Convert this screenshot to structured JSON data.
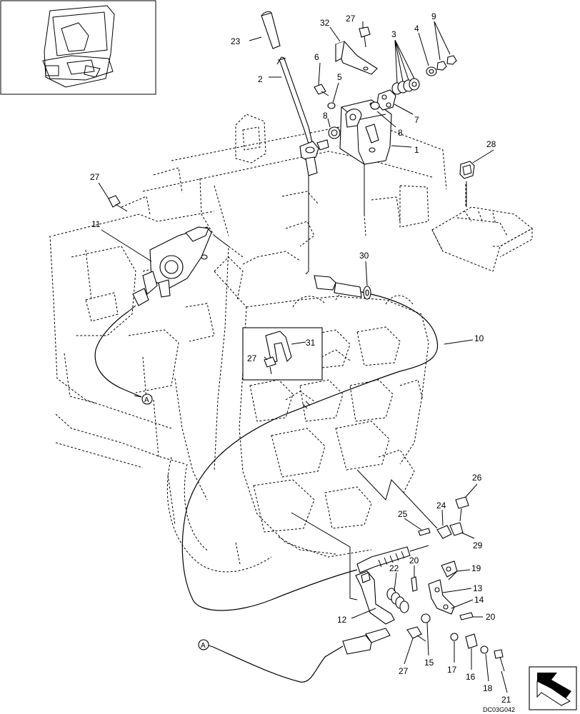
{
  "drawing_code": "DC03G042",
  "callouts": {
    "c1": "1",
    "c2": "2",
    "c3": "3",
    "c4": "4",
    "c5": "5",
    "c6": "6",
    "c7": "7",
    "c8a": "8",
    "c8b": "8",
    "c9": "9",
    "c10": "10",
    "c11": "11",
    "c12": "12",
    "c13": "13",
    "c14": "14",
    "c15": "15",
    "c16": "16",
    "c17": "17",
    "c18": "18",
    "c19": "19",
    "c20a": "20",
    "c20b": "20",
    "c21": "21",
    "c22": "22",
    "c23": "23",
    "c24": "24",
    "c25": "25",
    "c26": "26",
    "c27a": "27",
    "c27b": "27",
    "c27c": "27",
    "c27d": "27",
    "c28": "28",
    "c29": "29",
    "c30": "30",
    "c31": "31",
    "c32": "32"
  },
  "connector_markers": {
    "a1": "A",
    "a2": "A"
  },
  "icons": {
    "thumbnail": "excavator-thumbnail-icon",
    "arrow": "front-direction-arrow-icon"
  }
}
